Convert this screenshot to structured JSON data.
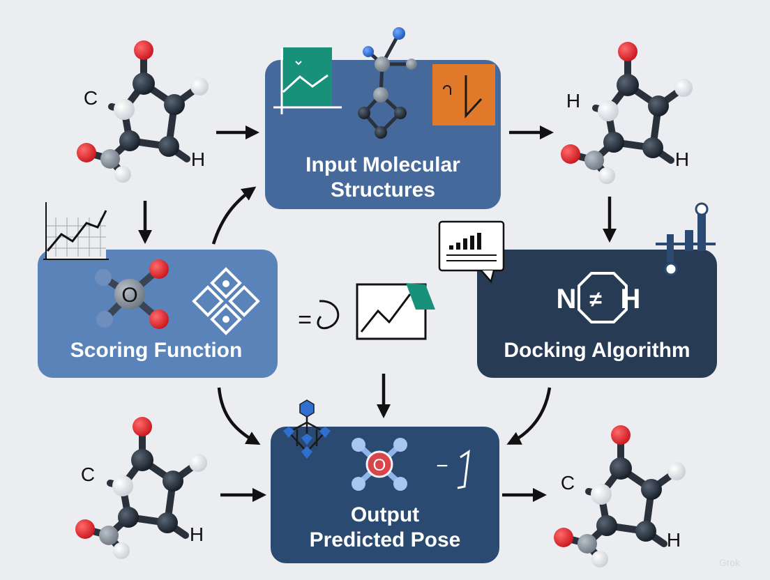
{
  "boxes": {
    "input": {
      "line1": "Input Molecular",
      "line2": "Structures",
      "fill": "#44699a"
    },
    "scoring": {
      "label": "Scoring Function",
      "fill": "#5a83b9"
    },
    "docking": {
      "label": "Docking Algorithm",
      "fill": "#283b55"
    },
    "output": {
      "line1": "Output",
      "line2": "Predicted Pose",
      "fill": "#2b4a72"
    }
  },
  "molecules": {
    "top_left": {
      "left_atom": "C",
      "right_atom": "H"
    },
    "top_right": {
      "left_atom": "H",
      "right_atom": "H"
    },
    "bottom_left": {
      "left_atom": "C",
      "right_atom": "H"
    },
    "bottom_right": {
      "left_atom": "C",
      "right_atom": "H"
    }
  },
  "scoring_center_atom": "O",
  "output_center_atom": "O",
  "docking_formula": {
    "left": "N",
    "mid": "≠",
    "right": "H"
  },
  "middle_symbol": "=",
  "output_side_symbol": "−",
  "watermark": "Grok",
  "colors": {
    "oxygen": "#d21f26",
    "carbon": "#1f2a36",
    "hydrogen": "#f4f4f4",
    "accent_teal": "#17917a",
    "accent_orange": "#e07a2a",
    "accent_blue": "#2f6fd0"
  }
}
